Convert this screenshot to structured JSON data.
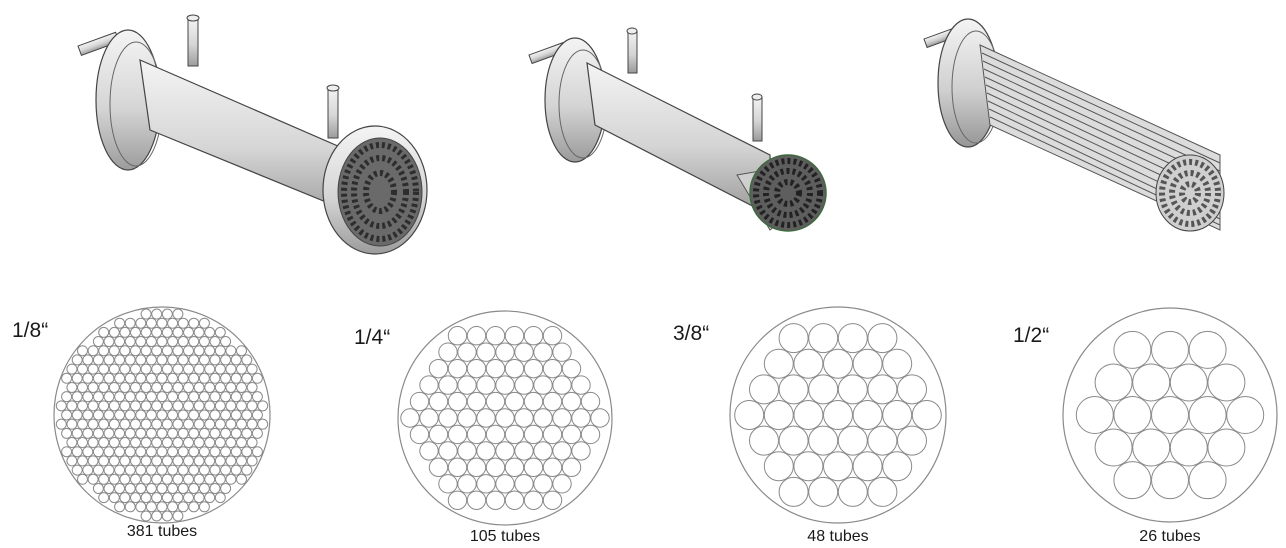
{
  "renders": [
    {
      "name": "assembled-heat-exchanger"
    },
    {
      "name": "cutaway-heat-exchanger"
    },
    {
      "name": "tube-bundle"
    }
  ],
  "patterns": [
    {
      "size_label": "1/8“",
      "tube_count_label": "381 tubes",
      "tube_count": 381
    },
    {
      "size_label": "1/4“",
      "tube_count_label": "105 tubes",
      "tube_count": 105
    },
    {
      "size_label": "3/8“",
      "tube_count_label": "48 tubes",
      "tube_count": 48
    },
    {
      "size_label": "1/2“",
      "tube_count_label": "26 tubes",
      "tube_count": 26
    }
  ],
  "colors": {
    "circle_stroke": "#8a8a8a",
    "render_light": "#eeeeee",
    "render_mid": "#c8c8c8",
    "render_dark": "#8f8f8f",
    "render_outline": "#3a3a3a",
    "tube_hole": "#555555"
  }
}
